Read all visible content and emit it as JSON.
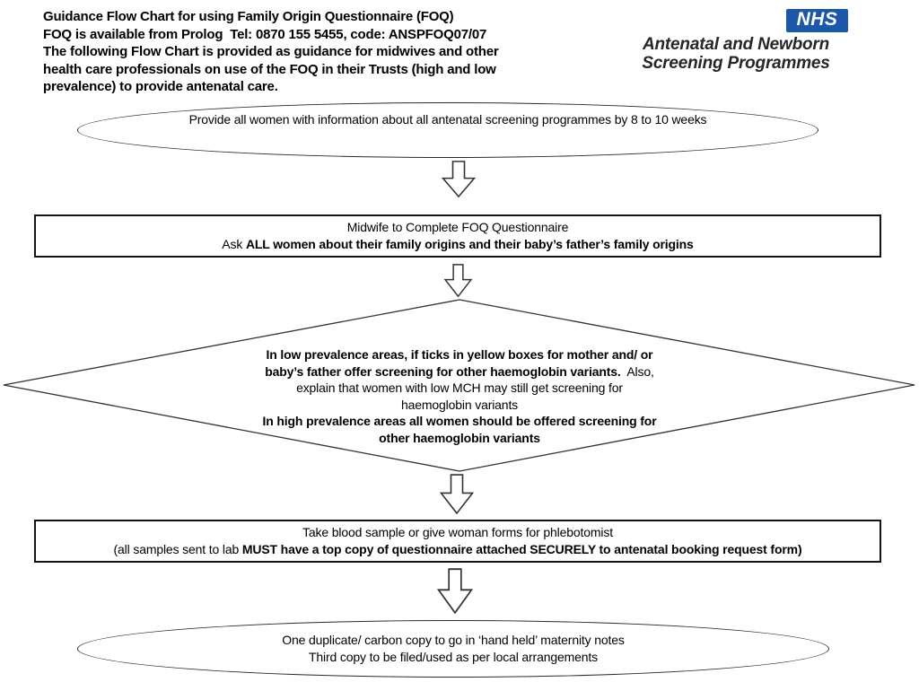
{
  "header": {
    "title_lines": [
      "Guidance Flow Chart for using Family Origin Questionnaire (FOQ)",
      "FOQ is available from Prolog  Tel: 0870 155 5455, code: ANSPFOQ07/07",
      "The following Flow Chart is provided as guidance for midwives and other",
      "health care professionals on use of the FOQ in their Trusts (high and low",
      "prevalence) to provide antenatal care."
    ]
  },
  "brand": {
    "nhs_label": "NHS",
    "nhs_blue": "#1c57a8",
    "org_color": "#262626",
    "org_lines": [
      "Antenatal and Newborn",
      "Screening Programmes"
    ]
  },
  "flowchart": {
    "line_color": "#2b2b2b",
    "ellipse_start": {
      "lines": [
        [
          {
            "t": "Provide all women with information about all antenatal screening programmes by 8 to 10 weeks",
            "b": false
          }
        ]
      ]
    },
    "rect_midwife": {
      "lines": [
        [
          {
            "t": "Midwife to Complete FOQ Questionnaire",
            "b": false
          }
        ],
        [
          {
            "t": "Ask ",
            "b": false
          },
          {
            "t": "ALL women about their family origins and their baby’s father’s family origins",
            "b": true
          }
        ]
      ]
    },
    "diamond_screening": {
      "lines": [
        [
          {
            "t": "In low prevalence areas, if ticks in yellow boxes for mother and/ or",
            "b": true
          }
        ],
        [
          {
            "t": "baby’s father offer screening for other haemoglobin variants.",
            "b": true
          },
          {
            "t": "  Also,",
            "b": false
          }
        ],
        [
          {
            "t": "explain that women with low MCH may still get screening for",
            "b": false
          }
        ],
        [
          {
            "t": "haemoglobin variants",
            "b": false
          }
        ],
        [
          {
            "t": "In high prevalence areas all women should be offered screening for",
            "b": true
          }
        ],
        [
          {
            "t": "other haemoglobin variants",
            "b": true
          }
        ]
      ]
    },
    "rect_blood": {
      "lines": [
        [
          {
            "t": "Take blood sample or give woman forms for phlebotomist",
            "b": false
          }
        ],
        [
          {
            "t": "(all samples sent to lab ",
            "b": false
          },
          {
            "t": "MUST have a top copy of questionnaire attached SECURELY to antenatal booking request form)",
            "b": true
          }
        ]
      ]
    },
    "ellipse_copies": {
      "lines": [
        [
          {
            "t": "One duplicate/ carbon copy to go in ‘hand held’ maternity notes",
            "b": false
          }
        ],
        [
          {
            "t": "Third copy to be filed/used as per local arrangements",
            "b": false
          }
        ]
      ]
    }
  }
}
